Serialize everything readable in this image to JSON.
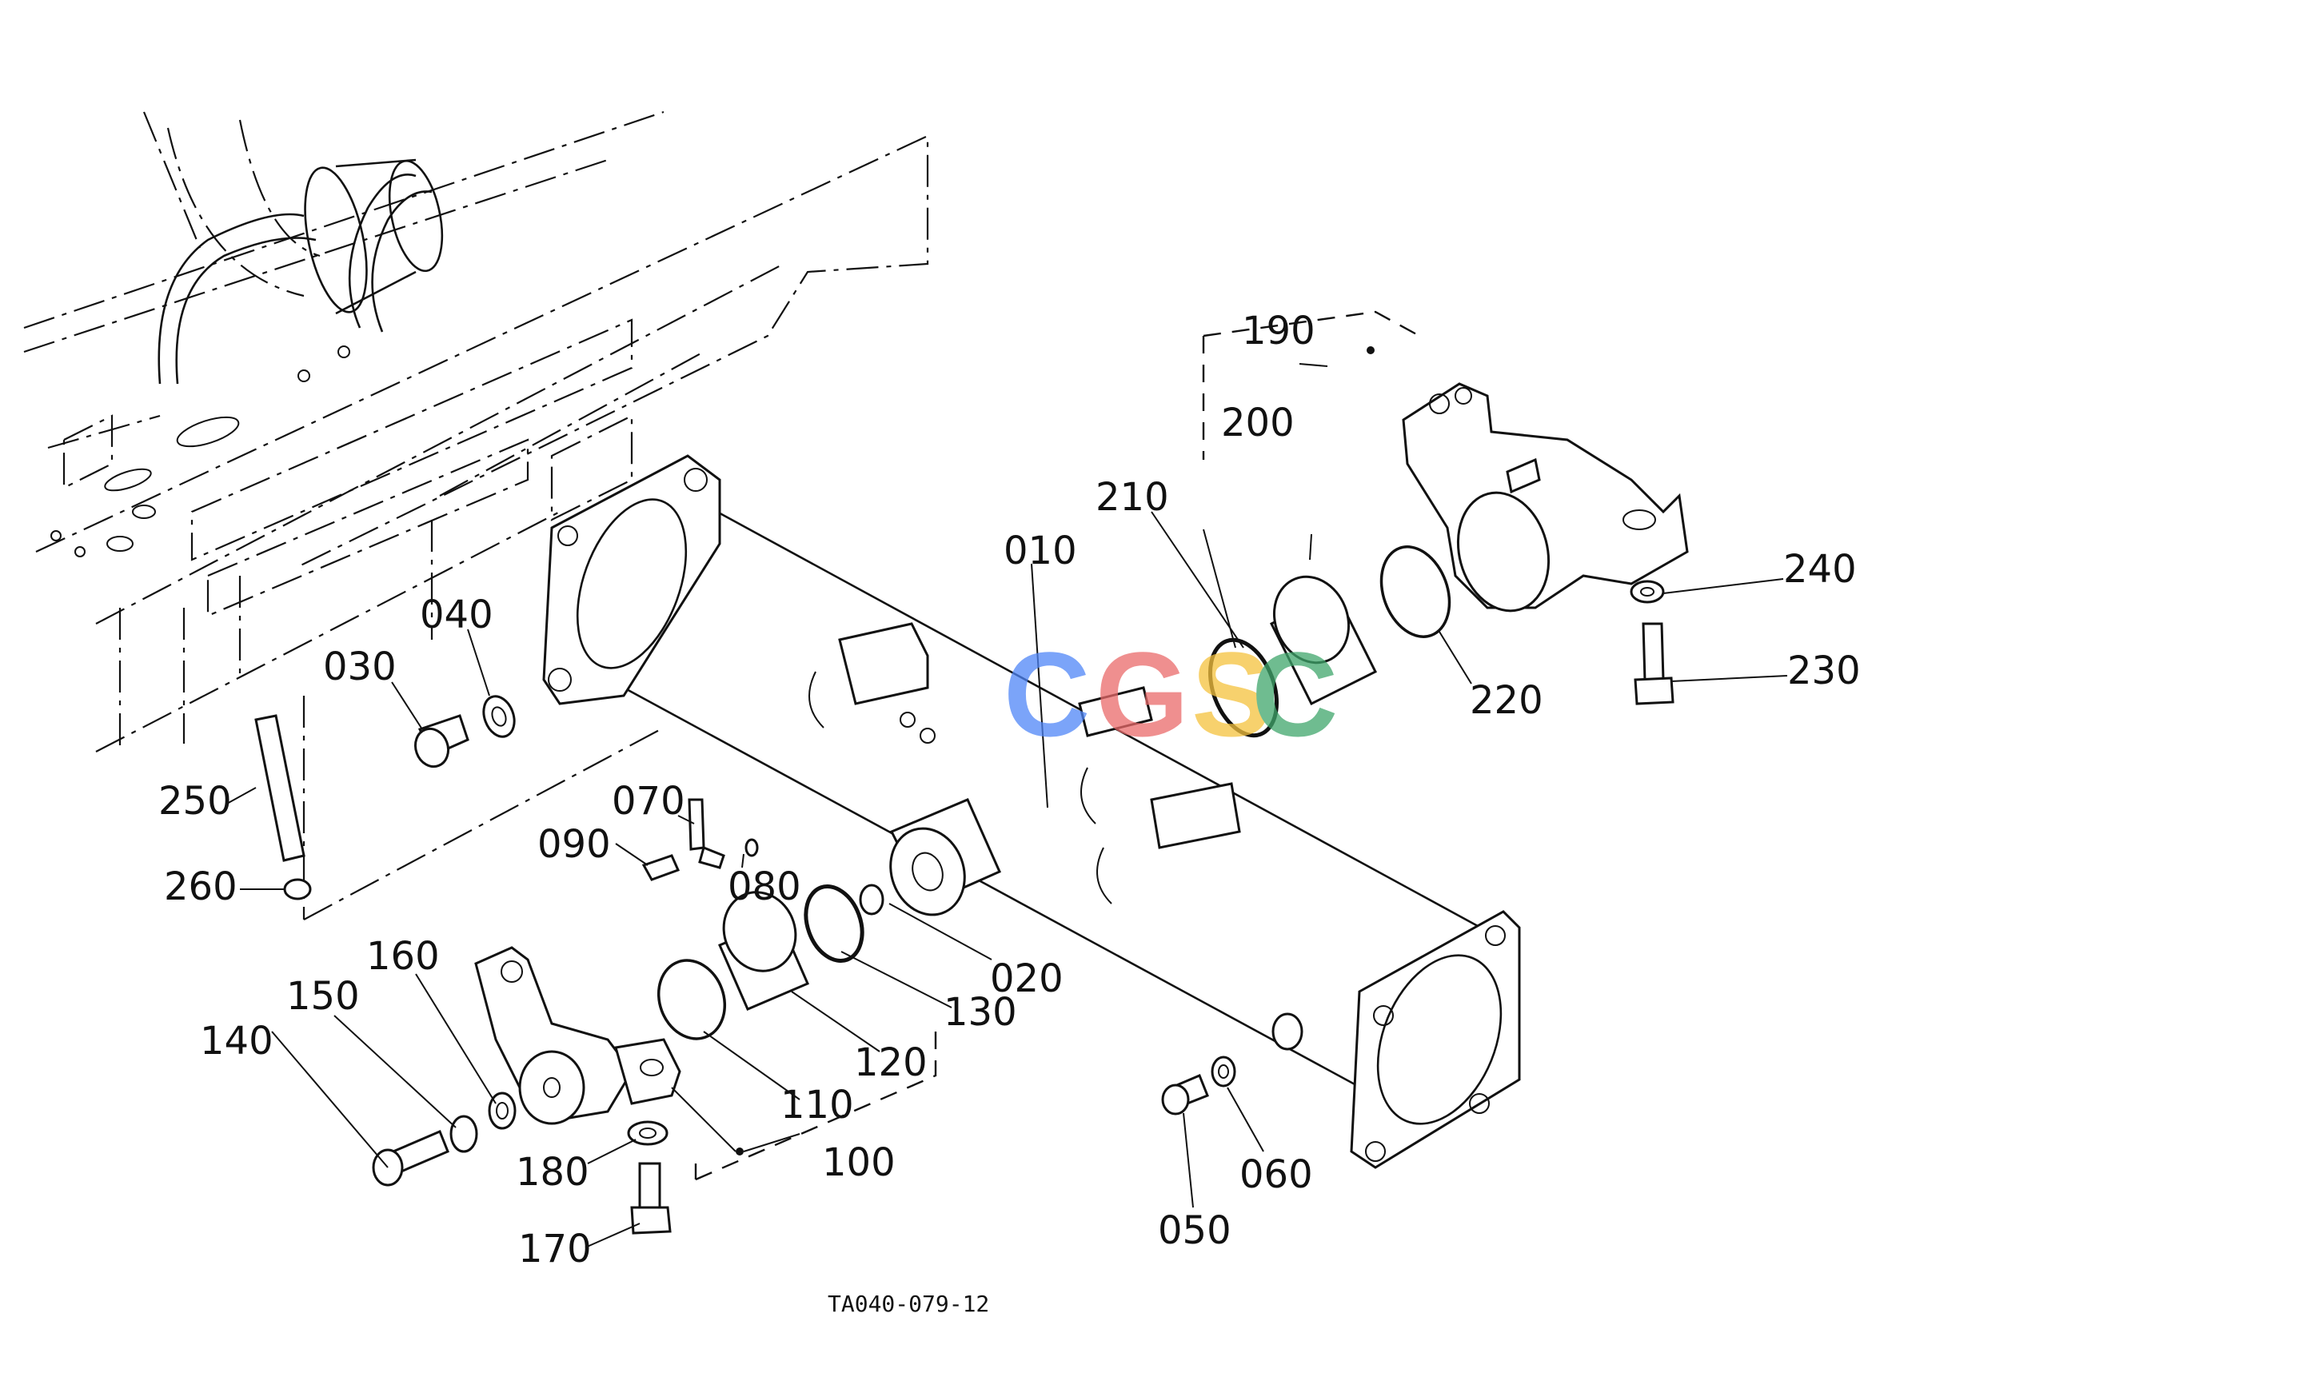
{
  "diagram": {
    "drawing_code": "TA040-079-12",
    "watermark": {
      "letters": [
        "C",
        "G",
        "S",
        "C"
      ],
      "colors": [
        "#4f86f7",
        "#ea6a6a",
        "#f5c23d",
        "#3fa66b"
      ]
    },
    "callouts": {
      "p010": "010",
      "p020": "020",
      "p030": "030",
      "p040": "040",
      "p050": "050",
      "p060": "060",
      "p070": "070",
      "p080": "080",
      "p090": "090",
      "p100": "100",
      "p110": "110",
      "p120": "120",
      "p130": "130",
      "p140": "140",
      "p150": "150",
      "p160": "160",
      "p170": "170",
      "p180": "180",
      "p190": "190",
      "p200": "200",
      "p210": "210",
      "p220": "220",
      "p230": "230",
      "p240": "240",
      "p250": "250",
      "p260": "260"
    }
  }
}
